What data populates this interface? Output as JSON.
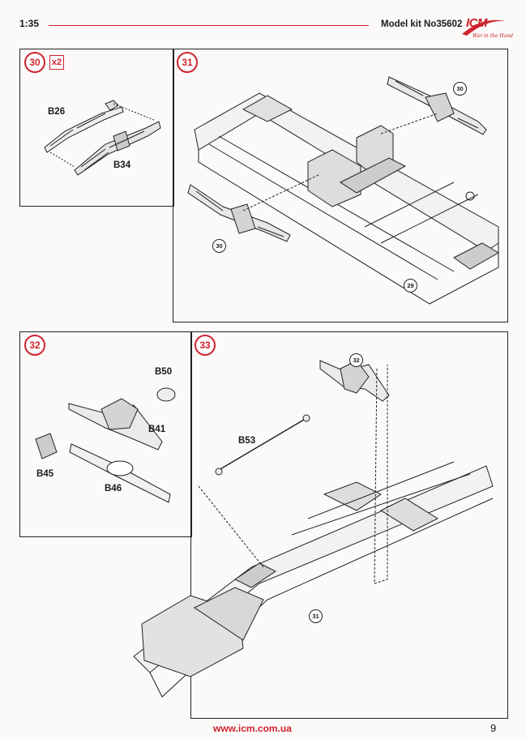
{
  "header": {
    "scale": "1:35",
    "model_kit": "Model kit No35602",
    "brand": "ICM",
    "brand_tagline": "War in the Hand",
    "colors": {
      "accent": "#d0232e",
      "line": "#222222"
    }
  },
  "steps": [
    {
      "number": "30",
      "multiplier": "x2",
      "parts": [
        "B26",
        "B34"
      ]
    },
    {
      "number": "31",
      "callouts": [
        "30",
        "30",
        "29"
      ]
    },
    {
      "number": "32",
      "parts": [
        "B50",
        "B41",
        "B45",
        "B46"
      ]
    },
    {
      "number": "33",
      "parts": [
        "B53"
      ],
      "callouts": [
        "32",
        "31"
      ]
    }
  ],
  "footer": {
    "website": "www.icm.com.ua",
    "page_number": "9"
  }
}
